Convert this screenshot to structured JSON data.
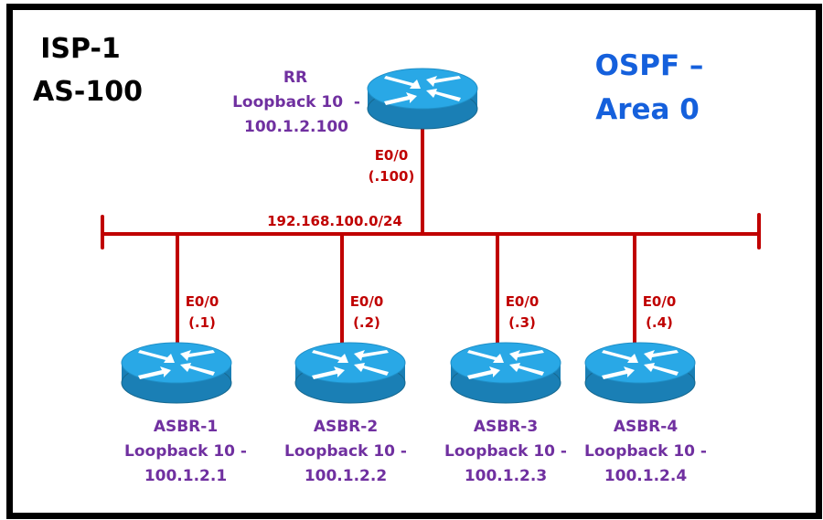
{
  "header": {
    "isp_name": "ISP-1",
    "as_number": "AS-100",
    "protocol_line1": "OSPF –",
    "protocol_line2": "Area 0"
  },
  "colors": {
    "link": "#c00000",
    "device_label": "#7030a0",
    "interface_label": "#c00000",
    "protocol": "#1560dc",
    "router_top": "#29a8e6",
    "router_side": "#1a7fb5",
    "frame": "#000000"
  },
  "segment": {
    "label": "192.168.100.0/24"
  },
  "routers": [
    {
      "id": "rr",
      "name": "RR",
      "loopback": "Loopback 10  -",
      "ip": "100.1.2.100",
      "interface": "E0/0",
      "host": "(.100)"
    },
    {
      "id": "asbr1",
      "name": "ASBR-1",
      "loopback": "Loopback 10  -",
      "ip": "100.1.2.1",
      "interface": "E0/0",
      "host": "(.1)"
    },
    {
      "id": "asbr2",
      "name": "ASBR-2",
      "loopback": "Loopback 10  -",
      "ip": "100.1.2.2",
      "interface": "E0/0",
      "host": "(.2)"
    },
    {
      "id": "asbr3",
      "name": "ASBR-3",
      "loopback": "Loopback 10  -",
      "ip": "100.1.2.3",
      "interface": "E0/0",
      "host": "(.3)"
    },
    {
      "id": "asbr4",
      "name": "ASBR-4",
      "loopback": "Loopback 10  -",
      "ip": "100.1.2.4",
      "interface": "E0/0",
      "host": "(.4)"
    }
  ]
}
